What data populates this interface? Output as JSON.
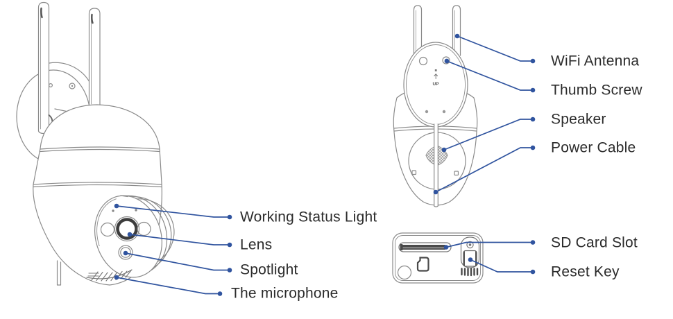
{
  "colors": {
    "leader_line": "#30549f",
    "line_art": "#8a8a8a",
    "label_text": "#2b2b2b"
  },
  "front_view": {
    "name": "camera front view drawing",
    "labels": [
      {
        "text": "Working Status Light"
      },
      {
        "text": "Lens"
      },
      {
        "text": "Spotlight"
      },
      {
        "text": "The microphone"
      }
    ]
  },
  "back_view": {
    "name": "camera back view drawing",
    "up_marking": "UP",
    "labels": [
      {
        "text": "WiFi Antenna"
      },
      {
        "text": "Thumb Screw"
      },
      {
        "text": "Speaker"
      },
      {
        "text": "Power Cable"
      }
    ]
  },
  "bottom_panel": {
    "name": "camera bottom panel drawing",
    "labels": [
      {
        "text": "SD Card Slot"
      },
      {
        "text": "Reset Key"
      }
    ]
  }
}
